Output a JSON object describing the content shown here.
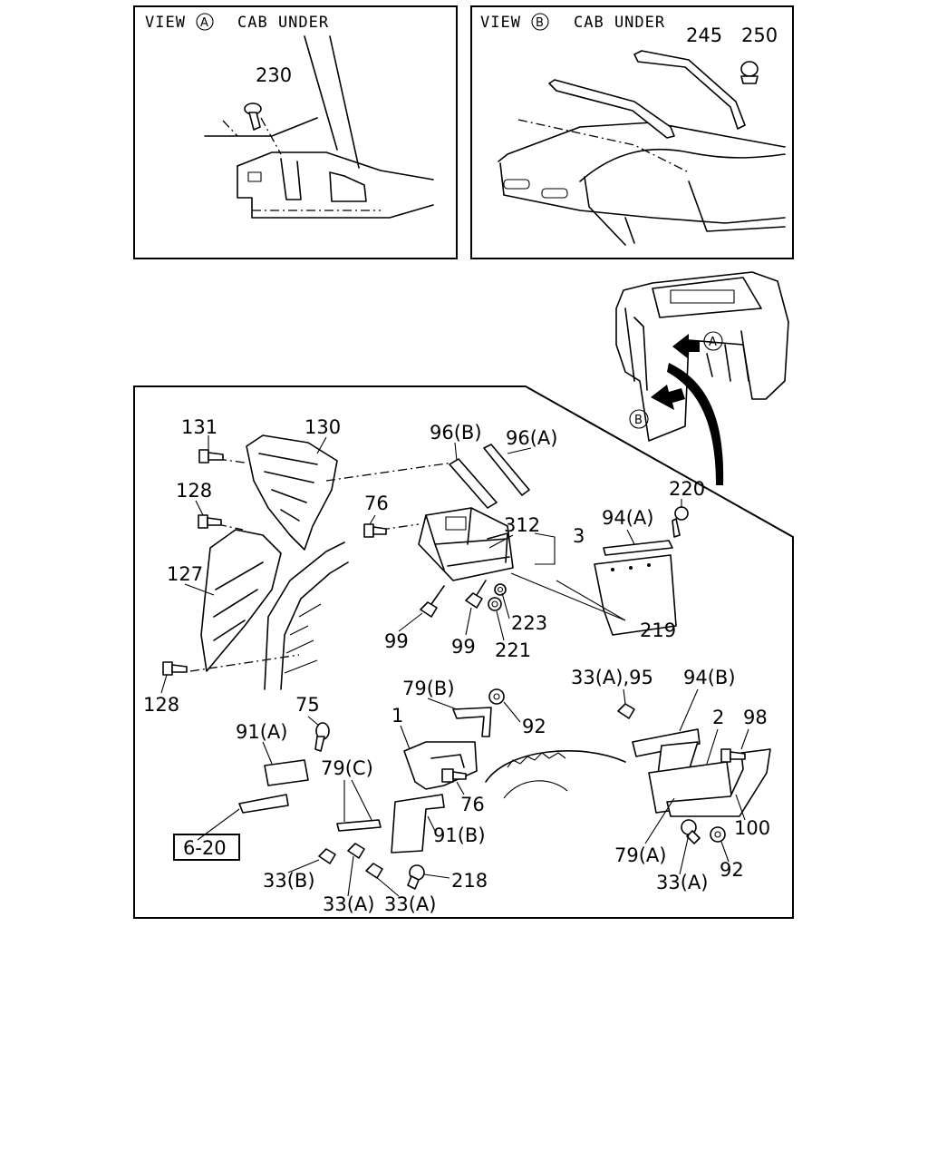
{
  "view_a": {
    "view_word": "VIEW",
    "view_letter": "A",
    "title": "CAB UNDER"
  },
  "view_b": {
    "view_word": "VIEW",
    "view_letter": "B",
    "title": "CAB UNDER"
  },
  "cab_markers": {
    "a": "A",
    "b": "B"
  },
  "reference_box": "6-20",
  "callouts": {
    "p230": "230",
    "p245": "245",
    "p250": "250",
    "p131": "131",
    "p130": "130",
    "p128_top": "128",
    "p127": "127",
    "p128_bottom": "128",
    "p96b": "96(B)",
    "p96a": "96(A)",
    "p76_top": "76",
    "p312": "312",
    "p3": "3",
    "p99_left": "99",
    "p99_right": "99",
    "p223": "223",
    "p221": "221",
    "p220": "220",
    "p94a": "94(A)",
    "p219": "219",
    "p79b": "79(B)",
    "p1": "1",
    "p92_mid": "92",
    "p76_mid": "76",
    "p75": "75",
    "p91a": "91(A)",
    "p79c": "79(C)",
    "p91b": "91(B)",
    "p33b": "33(B)",
    "p33a_1": "33(A)",
    "p33a_2": "33(A)",
    "p218": "218",
    "p33a95": "33(A),95",
    "p94b": "94(B)",
    "p2": "2",
    "p98": "98",
    "p100": "100",
    "p79a": "79(A)",
    "p33a_3": "33(A)",
    "p92_right": "92"
  }
}
